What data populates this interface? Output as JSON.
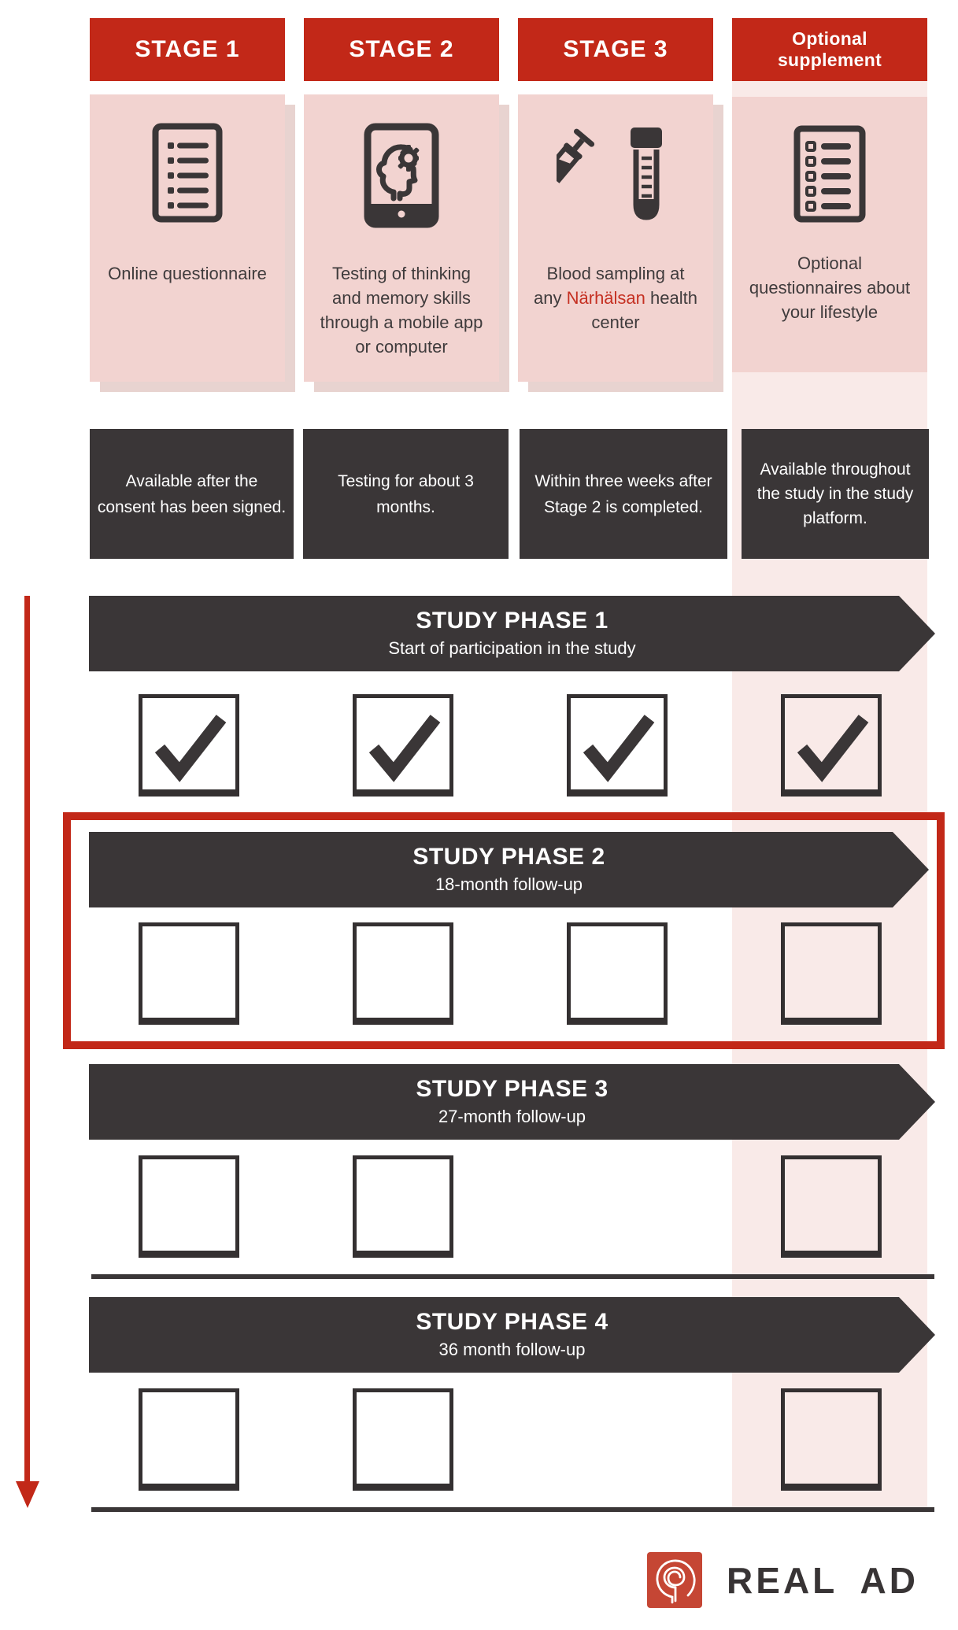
{
  "colors": {
    "brand_red": "#c22818",
    "logo_red": "#c54634",
    "highlight_red": "#c53022",
    "pink_card": "#f2d3d0",
    "pink_light": "#f9eae8",
    "pink_shadow": "#e8d3d0",
    "charcoal": "#3a3637",
    "white": "#ffffff"
  },
  "stages": [
    {
      "header": "STAGE 1",
      "icon": "questionnaire-icon",
      "description": "Online questionnaire",
      "note": "Available after the consent has been signed."
    },
    {
      "header": "STAGE 2",
      "icon": "cognitive-testing-tablet-icon",
      "description": "Testing of thinking and memory skills through a mobile app or computer",
      "note": "Testing for about 3 months."
    },
    {
      "header": "STAGE 3",
      "icon": "blood-sampling-icon",
      "description_prefix": "Blood sampling at any ",
      "description_highlight": "Närhälsan",
      "description_suffix": " health center",
      "note": "Within three weeks after Stage 2 is completed."
    },
    {
      "header": "Optional supplement",
      "icon": "checklist-icon",
      "description": "Optional questionnaires about your lifestyle",
      "note": "Available throughout the study in the study platform."
    }
  ],
  "phases": [
    {
      "title": "STUDY PHASE 1",
      "subtitle": "Start of participation in the study",
      "highlighted": false,
      "checkboxes": [
        {
          "column": 1,
          "checked": true
        },
        {
          "column": 2,
          "checked": true
        },
        {
          "column": 3,
          "checked": true
        },
        {
          "column": 4,
          "checked": true
        }
      ]
    },
    {
      "title": "STUDY PHASE 2",
      "subtitle": "18-month follow-up",
      "highlighted": true,
      "checkboxes": [
        {
          "column": 1,
          "checked": false
        },
        {
          "column": 2,
          "checked": false
        },
        {
          "column": 3,
          "checked": false
        },
        {
          "column": 4,
          "checked": false
        }
      ]
    },
    {
      "title": "STUDY PHASE 3",
      "subtitle": "27-month follow-up",
      "highlighted": false,
      "checkboxes": [
        {
          "column": 1,
          "checked": false
        },
        {
          "column": 2,
          "checked": false
        },
        {
          "column": 4,
          "checked": false
        }
      ]
    },
    {
      "title": "STUDY PHASE 4",
      "subtitle": "36 month follow-up",
      "highlighted": false,
      "checkboxes": [
        {
          "column": 1,
          "checked": false
        },
        {
          "column": 2,
          "checked": false
        },
        {
          "column": 4,
          "checked": false
        }
      ]
    }
  ],
  "timeline": {
    "direction": "down"
  },
  "logo": {
    "icon": "head-profile-doodle-icon",
    "text": "REAL AD"
  }
}
